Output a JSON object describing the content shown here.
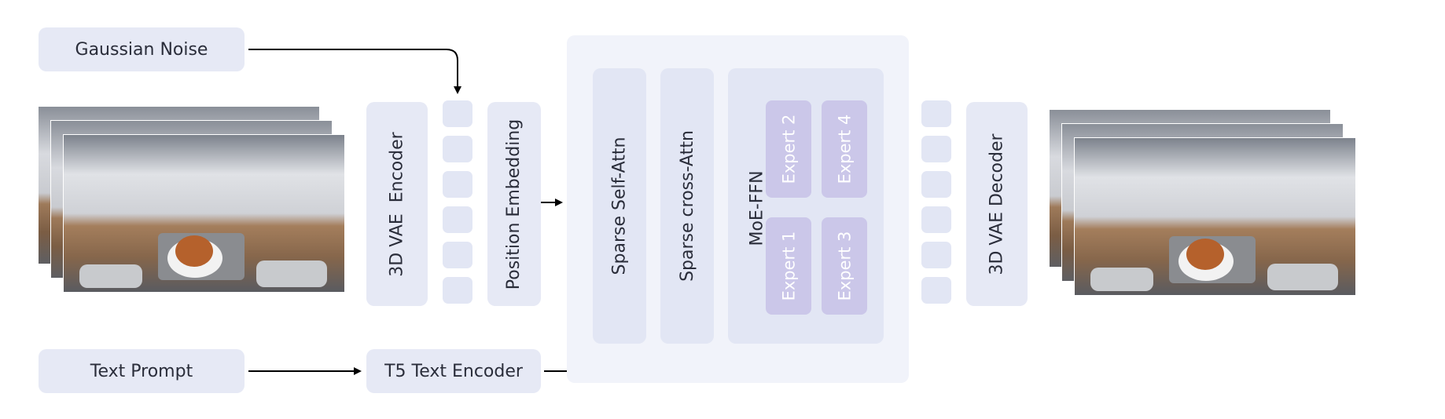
{
  "inputs": {
    "gaussian_noise": "Gaussian Noise",
    "text_prompt": "Text Prompt",
    "t5_encoder": "T5 Text Encoder"
  },
  "encoder": {
    "vae_encoder": "3D VAE  Encoder",
    "position_embedding": "Position Embedding"
  },
  "transformer": {
    "self_attn": "Sparse Self-Attn",
    "cross_attn": "Sparse cross-Attn",
    "moe_ffn": "MoE-FFN",
    "experts": [
      "Expert 2",
      "Expert 4",
      "Expert 1",
      "Expert 3"
    ]
  },
  "decoder": {
    "vae_decoder": "3D VAE Decoder"
  },
  "images": {
    "input_frames": "robot-kitchen-scene-frames",
    "output_frames": "robot-kitchen-scene-frames"
  },
  "colors": {
    "box": "#e6e9f5",
    "panel": "#f1f3fa",
    "expert": "#cbc7e9",
    "arrow": "#000000"
  }
}
